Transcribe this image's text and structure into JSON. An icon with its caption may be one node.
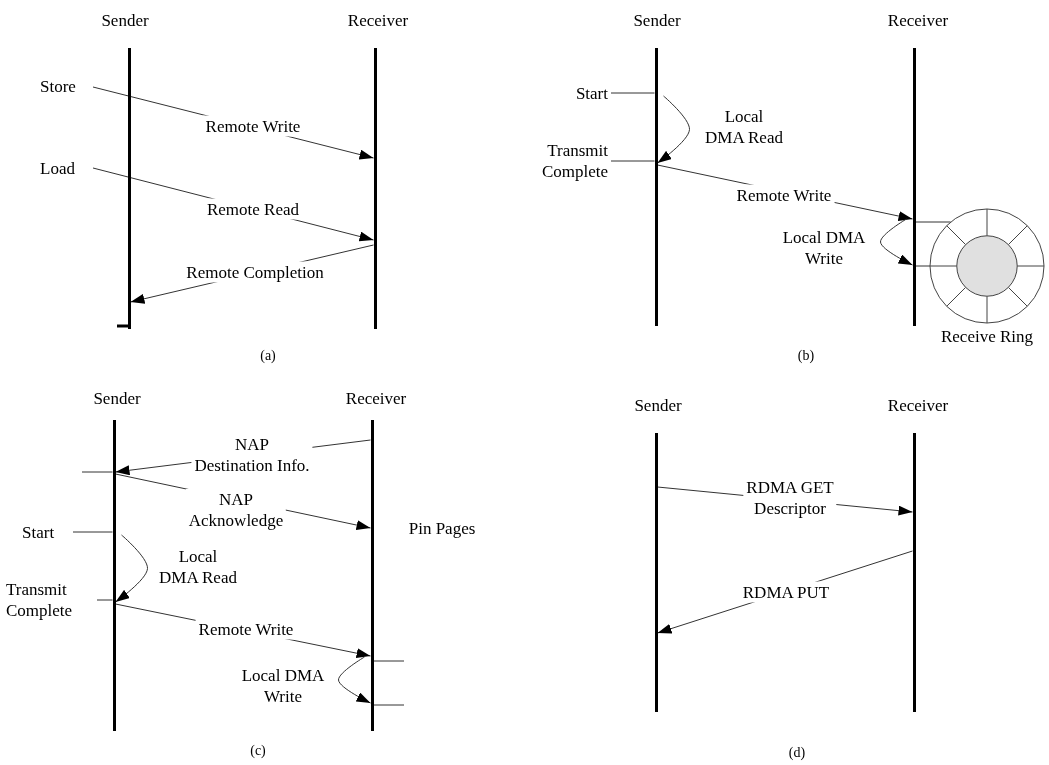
{
  "diagram": {
    "nodes": [
      {
        "text": [],
        "shape": "bar",
        "beside": [
          "Sender"
        ]
      },
      {
        "text": [],
        "shape": "bar",
        "beside": [
          "Receiver"
        ]
      },
      {
        "text": [
          "Store"
        ]
      },
      {
        "text": [
          "Load"
        ]
      },
      {
        "text": [],
        "shape": "bar",
        "beside": [
          "Sender"
        ]
      },
      {
        "text": [],
        "shape": "bar",
        "beside": [
          "Receiver"
        ]
      },
      {
        "text": [
          "Start"
        ]
      },
      {
        "text": [
          "Transmit Complete"
        ]
      },
      {
        "text": [
          "Receive Ring"
        ]
      },
      {
        "text": [],
        "shape": "bar",
        "beside": [
          "Sender"
        ]
      },
      {
        "text": [],
        "shape": "bar",
        "beside": [
          "Receiver"
        ]
      },
      {
        "text": [
          "Start"
        ]
      },
      {
        "text": [
          "Transmit Complete"
        ]
      },
      {
        "text": [],
        "shape": "bar",
        "beside": [
          "Sender"
        ]
      },
      {
        "text": [],
        "shape": "bar",
        "beside": [
          "Receiver"
        ]
      }
    ],
    "edges": [
      {
        "from": 2,
        "to": 1,
        "arrow": "to",
        "label": "Remote Write"
      },
      {
        "from": 3,
        "to": 1,
        "arrow": "to",
        "label": "Remote Read"
      },
      {
        "from": 1,
        "to": 0,
        "arrow": "to",
        "label": "Remote Completion"
      },
      {
        "from": 6,
        "to": 4,
        "arrow": "none"
      },
      {
        "from": 7,
        "to": 4,
        "arrow": "none"
      },
      {
        "from": 4,
        "to": 4,
        "arrow": "to",
        "label": "Local DMA Read"
      },
      {
        "from": 4,
        "to": 5,
        "arrow": "to",
        "label": "Remote Write"
      },
      {
        "from": 5,
        "to": 8,
        "arrow": "none"
      },
      {
        "from": 5,
        "to": 8,
        "arrow": "none"
      },
      {
        "from": 5,
        "to": 5,
        "arrow": "to",
        "label": "Local DMA Write"
      },
      {
        "from": 10,
        "to": 9,
        "arrow": "to",
        "label": "NAP Destination Info."
      },
      {
        "from": 9,
        "to": 10,
        "arrow": "to",
        "label": "NAP Acknowledge"
      },
      {
        "from": 11,
        "to": 9,
        "arrow": "none"
      },
      {
        "from": 12,
        "to": 9,
        "arrow": "none"
      },
      {
        "from": 9,
        "to": 9,
        "arrow": "to",
        "label": "Local DMA Read"
      },
      {
        "from": 9,
        "to": 10,
        "arrow": "to",
        "label": "Remote Write"
      },
      {
        "from": 10,
        "to": 10,
        "arrow": "to",
        "label": "Local DMA Write"
      },
      {
        "from": 13,
        "to": 14,
        "arrow": "to",
        "label": "RDMA GET Descriptor"
      },
      {
        "from": 14,
        "to": 13,
        "arrow": "to",
        "label": "RDMA PUT"
      }
    ],
    "labels": [
      "(a)",
      "(b)",
      "Pin Pages",
      "(c)",
      "(d)"
    ]
  }
}
